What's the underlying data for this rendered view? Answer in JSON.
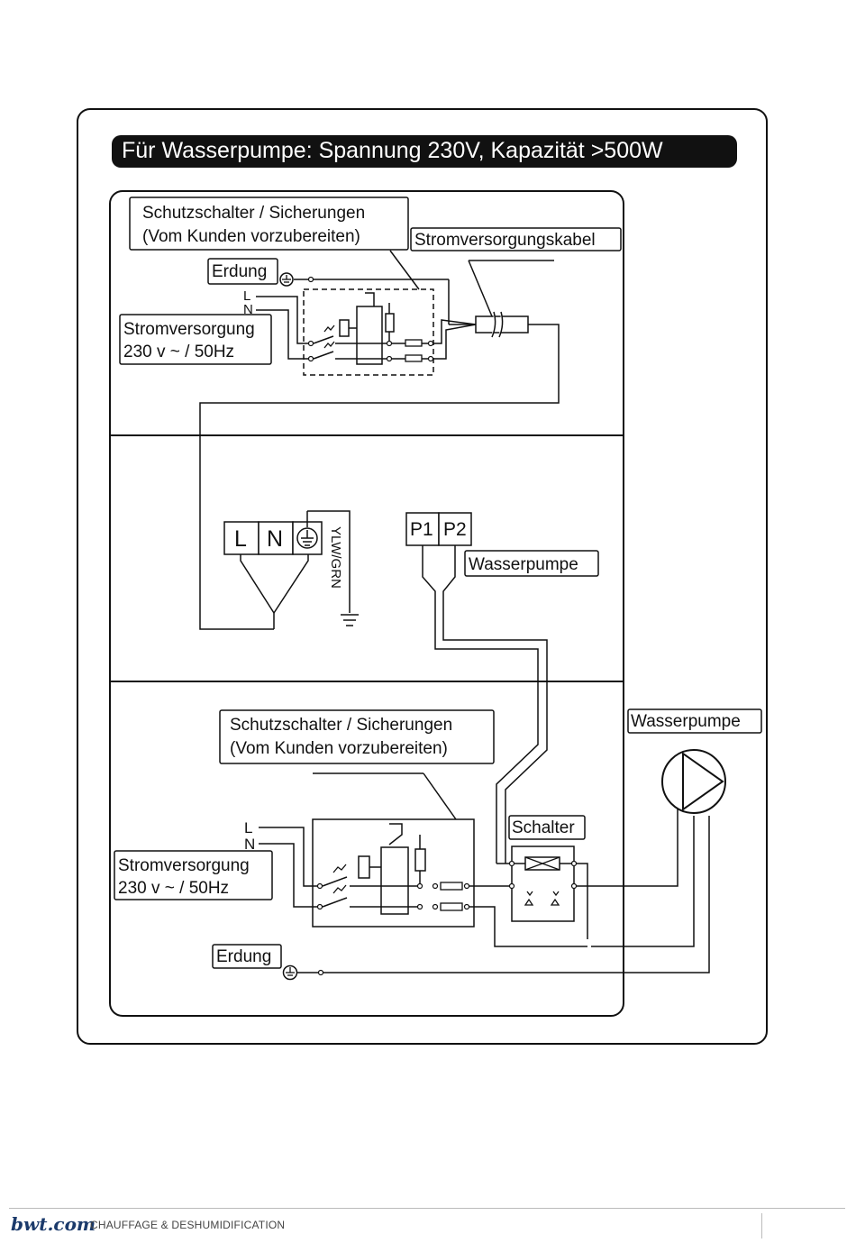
{
  "title": "Für Wasserpumpe: Spannung 230V, Kapazität >500W",
  "top_section": {
    "breaker_label_line1": "Schutzschalter / Sicherungen",
    "breaker_label_line2": "(Vom Kunden vorzubereiten)",
    "cable_label": "Stromversorgungskabel",
    "earth_label": "Erdung",
    "l_label": "L",
    "n_label": "N",
    "supply_line1": "Stromversorgung",
    "supply_line2": "230 v ~ / 50Hz"
  },
  "middle_section": {
    "terminal_l": "L",
    "terminal_n": "N",
    "earth_wire_label": "YLW/GRN",
    "terminal_p1": "P1",
    "terminal_p2": "P2",
    "pump_label": "Wasserpumpe"
  },
  "bottom_section": {
    "breaker_label_line1": "Schutzschalter / Sicherungen",
    "breaker_label_line2": "(Vom Kunden vorzubereiten)",
    "l_label": "L",
    "n_label": "N",
    "supply_line1": "Stromversorgung",
    "supply_line2": "230 v ~ / 50Hz",
    "switch_label": "Schalter",
    "earth_label": "Erdung",
    "pump_label": "Wasserpumpe"
  },
  "footer": {
    "brand": "bwt.com",
    "tagline": "CHAUFFAGE & DESHUMIDIFICATION"
  }
}
